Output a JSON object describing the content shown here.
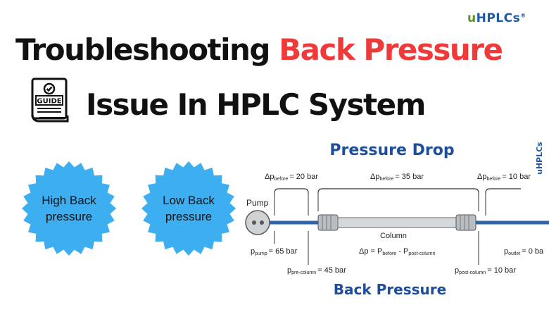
{
  "logo": {
    "u": "u",
    "brand": "HPLCs",
    "reg": "®"
  },
  "title": {
    "part1": "Troubleshooting",
    "part2": "Back Pressure",
    "line2": "Issue In HPLC System"
  },
  "guide_icon": {
    "label": "GUIDE"
  },
  "bursts": [
    {
      "line1": "High Back",
      "line2": "pressure",
      "color": "#3daef0"
    },
    {
      "line1": "Low Back",
      "line2": "pressure",
      "color": "#3daef0"
    }
  ],
  "diagram": {
    "heading": "Pressure Drop",
    "footer": "Back Pressure",
    "side_logo": "uHPLCs",
    "pump_label": "Pump",
    "column_label": "Column",
    "dp_before": {
      "sym": "Δp",
      "sub": "before",
      "val": "= 20 bar"
    },
    "dp_column": {
      "sym": "Δp",
      "sub": "before",
      "val": "= 35 bar"
    },
    "dp_after": {
      "sym": "Δp",
      "sub": "before",
      "val": "= 10 bar"
    },
    "p_pump": {
      "sym": "p",
      "sub": "pump",
      "val": "= 65 bar"
    },
    "p_pre": {
      "sym": "p",
      "sub": "pre-column",
      "val": "= 45 bar"
    },
    "p_post": {
      "sym": "p",
      "sub": "post-column",
      "val": "= 10 bar"
    },
    "p_outlet": {
      "sym": "p",
      "sub": "outlet",
      "val": "= 0 ba"
    },
    "formula": {
      "lhs": "Δp = P",
      "s1": "before",
      "mid": " - P",
      "s2": "post-column"
    },
    "colors": {
      "heading": "#1d4e9c",
      "tube": "#2f64a8",
      "column": "#c8ccd0"
    }
  }
}
